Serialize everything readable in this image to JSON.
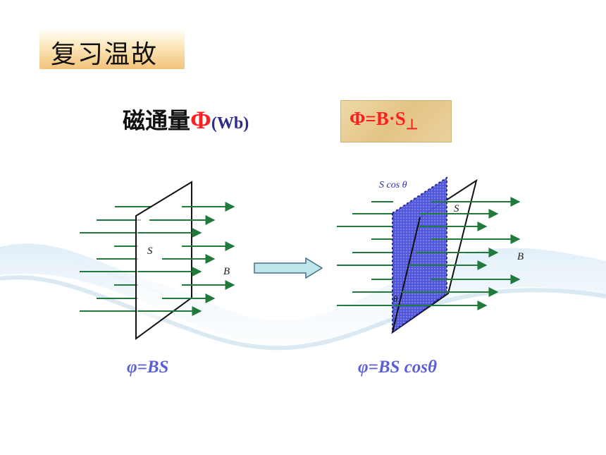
{
  "title": "复习温故",
  "flux": {
    "label": "磁通量",
    "symbol": "Φ",
    "unit": "(Wb)"
  },
  "formula": {
    "main": "Φ=B·S",
    "perp": "⊥"
  },
  "left_diagram": {
    "surface_label": "S",
    "field_label": "B",
    "equation": "φ=BS"
  },
  "right_diagram": {
    "projection_label": "S cos θ",
    "surface_label": "S",
    "field_label": "B",
    "angle_label": "θ",
    "equation": "φ=BS cosθ"
  },
  "colors": {
    "arrow": "#1f7a3c",
    "projection": "#3a3fc4",
    "formula": "#ff1f1f",
    "equation": "#5b5fd6"
  }
}
